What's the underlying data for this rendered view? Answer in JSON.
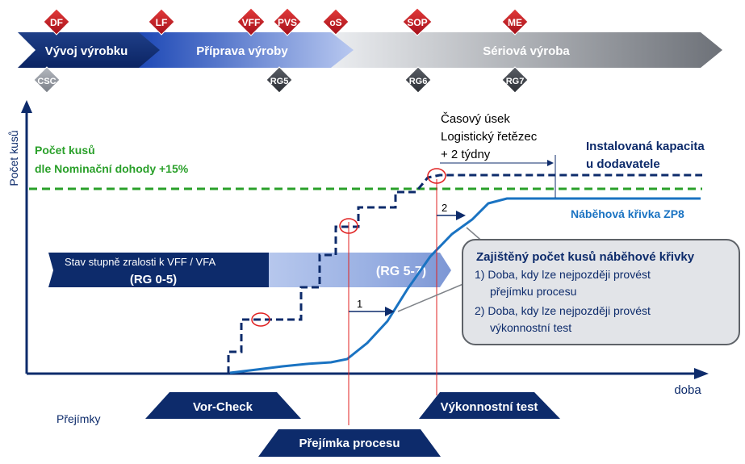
{
  "milestones_top": [
    {
      "label": "DF"
    },
    {
      "label": "LF"
    },
    {
      "label": "VFF"
    },
    {
      "label": "PVS"
    },
    {
      "label": "oS"
    },
    {
      "label": "SOP"
    },
    {
      "label": "ME"
    }
  ],
  "milestones_bottom": [
    {
      "label": "CSC"
    },
    {
      "label": "RG5"
    },
    {
      "label": "RG6"
    },
    {
      "label": "RG7"
    }
  ],
  "phases": {
    "development": "Vývoj výrobku",
    "preparation": "Příprava výroby",
    "series": "Sériová výroba"
  },
  "axes": {
    "y_label": "Počet kusů",
    "x_label": "doba"
  },
  "nomination": {
    "line1": "Počet kusů",
    "line2": "dle Nominační dohody +15%"
  },
  "logistics": {
    "line1": "Časový úsek",
    "line2": "Logistický řetězec",
    "line3": "+ 2 týdny"
  },
  "capacity": {
    "line1": "Instalovaná kapacita",
    "line2": "u dodavatele"
  },
  "ramp_up_label": "Náběhová křivka ZP8",
  "maturity": {
    "title": "Stav stupně zralosti k VFF / VFA",
    "range_left": "(RG 0-5)",
    "range_right": "(RG 5-7)"
  },
  "callout": {
    "title": "Zajištěný počet kusů náběhové křivky",
    "item1_line1": "1)  Doba, kdy lze nejpozději provést",
    "item1_line2": "přejímku procesu",
    "item2_line1": "2)  Doba, kdy lze nejpozději provést",
    "item2_line2": "výkonnostní test"
  },
  "markers": {
    "m1": "1",
    "m2": "2"
  },
  "acceptance": {
    "row_label": "Přejímky",
    "vor_check": "Vor-Check",
    "process": "Přejímka procesu",
    "performance": "Výkonnostní test"
  },
  "colors": {
    "navy": "#0d2b6b",
    "red": "#c8102e",
    "green": "#2aa02a",
    "ramp_blue": "#1a73c2",
    "gray_arrow": "#7f8389"
  }
}
